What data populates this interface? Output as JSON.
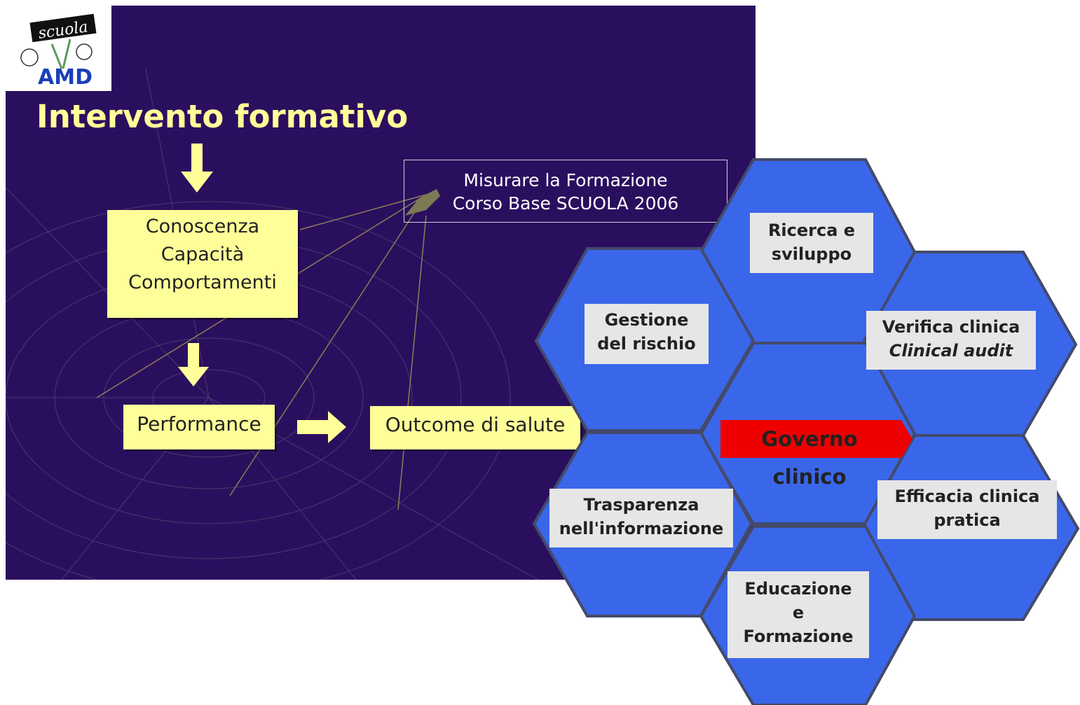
{
  "logo": {
    "text_top": "scuola",
    "text_bottom": "AMD"
  },
  "left_slide": {
    "title": "Intervento formativo",
    "skills": [
      "Conoscenza",
      "Capacità",
      "Comportamenti"
    ],
    "performance": "Performance",
    "outcome": "Outcome di salute",
    "measure": {
      "line1": "Misurare la Formazione",
      "line2": "Corso Base SCUOLA 2006"
    }
  },
  "governance": {
    "center": "Governo clinico",
    "ricerca": {
      "line1": "Ricerca e",
      "line2": "sviluppo"
    },
    "gestione": {
      "line1": "Gestione",
      "line2": "del rischio"
    },
    "verifica": {
      "line1": "Verifica clinica",
      "line2": "Clinical audit"
    },
    "trasparenza": {
      "line1": "Trasparenza",
      "line2": "nell'informazione"
    },
    "efficacia": {
      "line1": "Efficacia clinica",
      "line2": "pratica"
    },
    "educazione": {
      "line1": "Educazione",
      "line2": "e",
      "line3": "Formazione"
    }
  },
  "colors": {
    "slide_bg": "#2b0f5f",
    "box_yellow": "#ffff99",
    "hex_blue": "#3a66ea",
    "label_grey": "#e6e6e6",
    "center_red": "#ee0000"
  }
}
